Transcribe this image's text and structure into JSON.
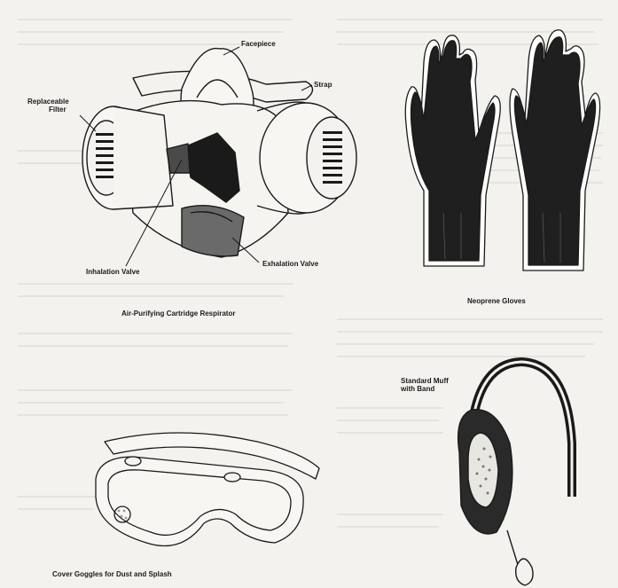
{
  "respirator": {
    "facepiece": "Facepiece",
    "strap": "Strap",
    "filter_line1": "Replaceable",
    "filter_line2": "Filter",
    "inhalation_valve": "Inhalation Valve",
    "exhalation_valve": "Exhalation Valve",
    "caption": "Air-Purifying Cartridge Respirator"
  },
  "gloves": {
    "caption": "Neoprene Gloves"
  },
  "earmuff": {
    "label_line1": "Standard Muff",
    "label_line2": "with Band"
  },
  "goggles": {
    "caption": "Cover Goggles for Dust and Splash"
  },
  "colors": {
    "paper": "#f4f2ee",
    "ink": "#1a1a1a",
    "bleed_text": "#d4d0c8"
  }
}
